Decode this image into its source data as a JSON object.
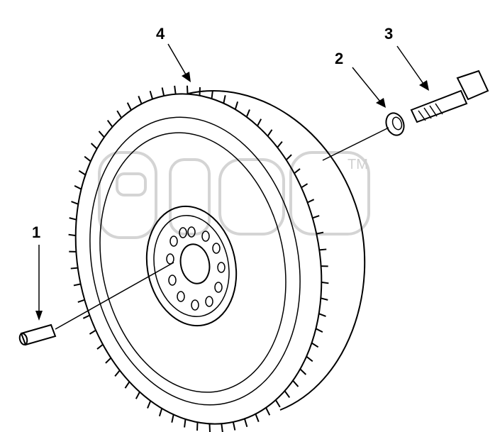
{
  "callouts": [
    {
      "id": "1",
      "label": "1"
    },
    {
      "id": "2",
      "label": "2"
    },
    {
      "id": "3",
      "label": "3"
    },
    {
      "id": "4",
      "label": "4"
    }
  ],
  "watermark": {
    "trademark": "TM"
  },
  "colors": {
    "line": "#000000",
    "watermark": "#d4d4d4",
    "background": "#ffffff"
  }
}
